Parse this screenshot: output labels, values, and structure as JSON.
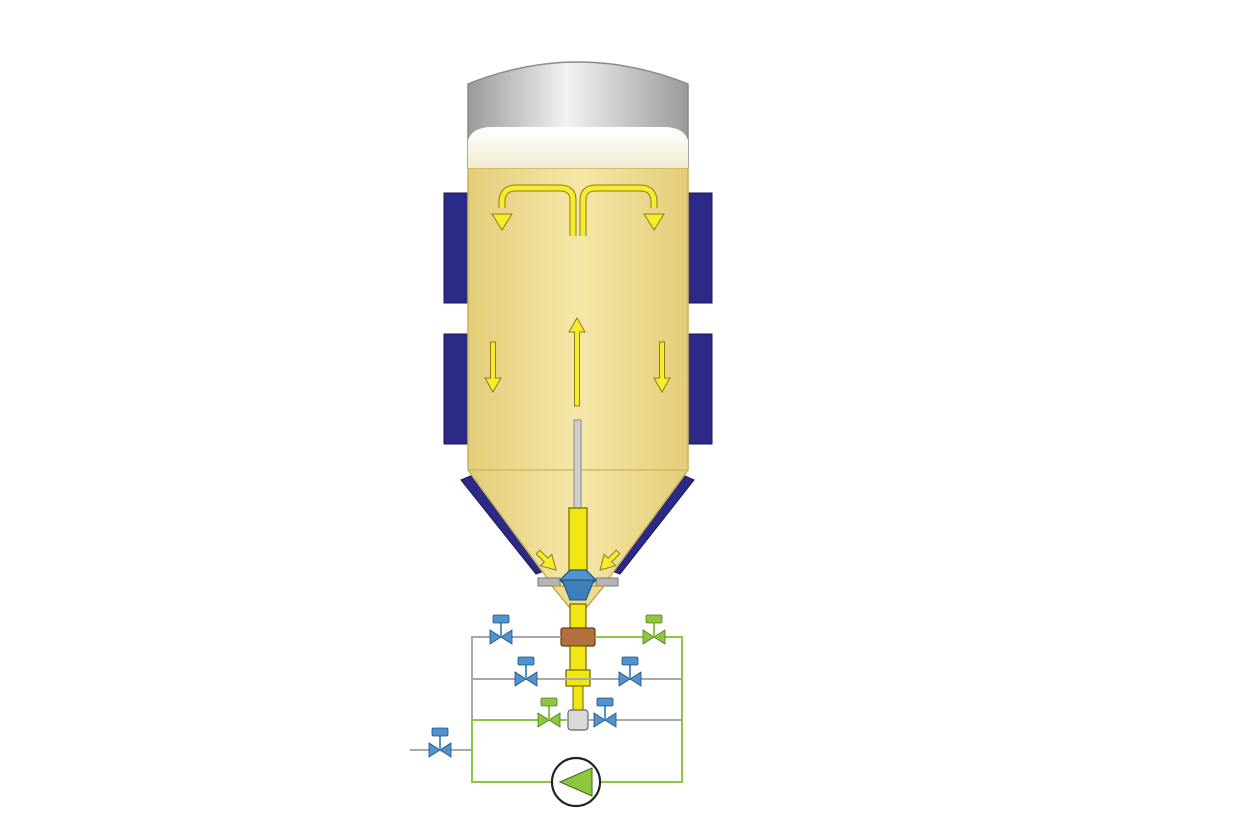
{
  "diagram": {
    "type": "fermentation-tank-process-schematic",
    "colors": {
      "background": "#ffffff",
      "liquid": "#ebd789",
      "liquid_edge": "#c9b35a",
      "foam": "#f7f5ea",
      "dome_light": "#f2f2f2",
      "dome_dark": "#9a9a9a",
      "cooling_jacket": "#2b2a86",
      "flow_arrow": "#f7ec2b",
      "flow_arrow_outline": "#8a7d1a",
      "center_tube": "#cfcfcf",
      "yeast_pipe": "#f3e615",
      "coupling": "#b2703c",
      "valve_blue": "#4f93cf",
      "valve_green": "#8dc63f",
      "pipe_grey": "#a8a8a8",
      "pipe_green": "#8dc63f",
      "pump_outline": "#222222"
    },
    "components": {
      "tank": "cylindroconical-tank",
      "jackets": [
        "upper-left",
        "upper-right",
        "lower-left",
        "lower-right",
        "cone-left",
        "cone-right"
      ],
      "flow_arrows": [
        "recirculation-left",
        "recirculation-right",
        "center-up",
        "wall-down-left",
        "wall-down-right",
        "cone-in-left",
        "cone-in-right"
      ],
      "valves": [
        {
          "id": "valve-top-left",
          "color": "blue"
        },
        {
          "id": "valve-top-right",
          "color": "green"
        },
        {
          "id": "valve-mid-left",
          "color": "blue"
        },
        {
          "id": "valve-mid-right",
          "color": "blue"
        },
        {
          "id": "valve-low-left",
          "color": "green"
        },
        {
          "id": "valve-low-right",
          "color": "blue"
        },
        {
          "id": "valve-inlet",
          "color": "blue"
        }
      ],
      "pump": "circulation-pump-icon"
    }
  }
}
